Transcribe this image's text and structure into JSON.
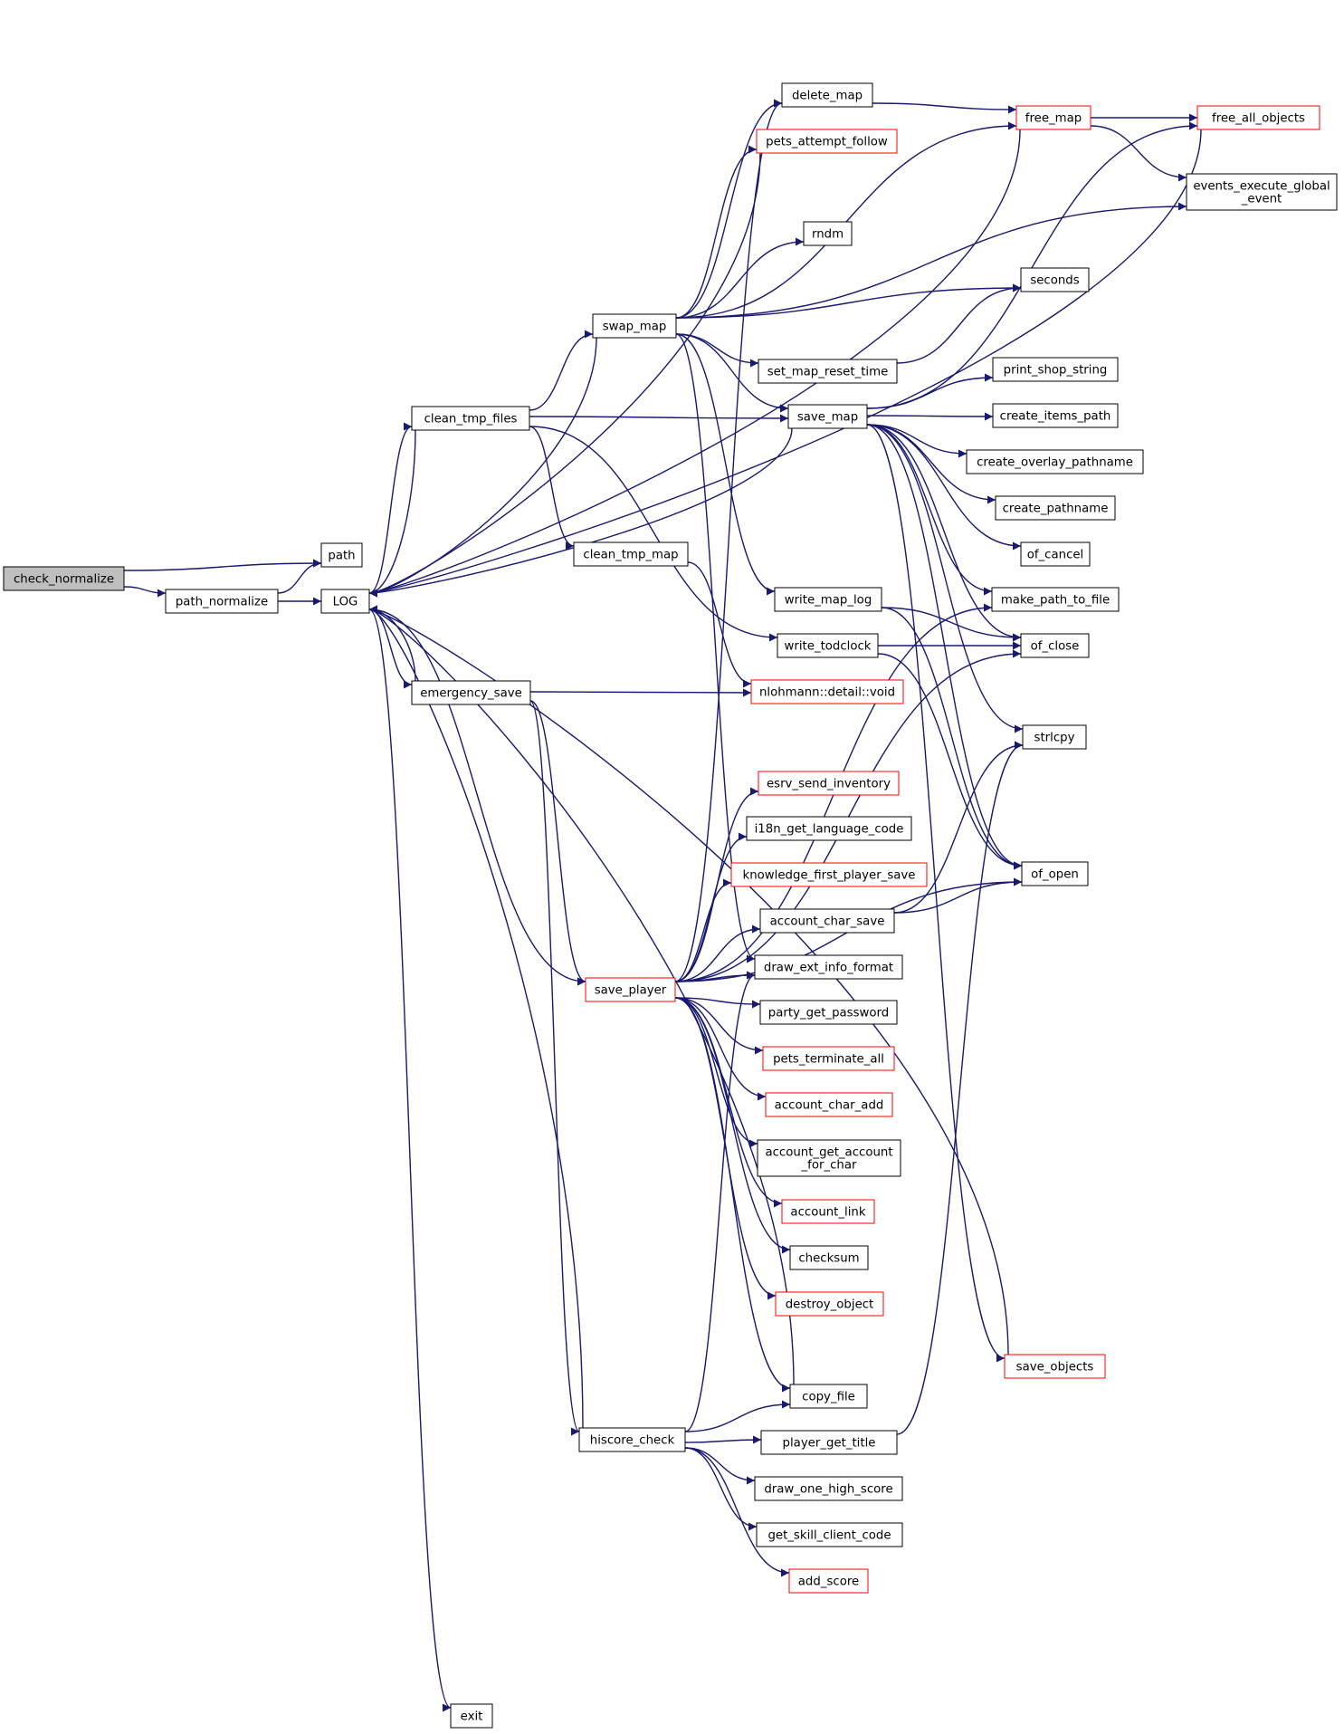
{
  "graph": {
    "nodes": [
      {
        "id": "check_normalize",
        "label": "check_normalize",
        "style": "root"
      },
      {
        "id": "path_normalize",
        "label": "path_normalize",
        "style": "normal"
      },
      {
        "id": "path",
        "label": "path",
        "style": "normal"
      },
      {
        "id": "LOG",
        "label": "LOG",
        "style": "normal"
      },
      {
        "id": "exit",
        "label": "exit",
        "style": "normal"
      },
      {
        "id": "clean_tmp_files",
        "label": "clean_tmp_files",
        "style": "normal"
      },
      {
        "id": "emergency_save",
        "label": "emergency_save",
        "style": "normal"
      },
      {
        "id": "swap_map",
        "label": "swap_map",
        "style": "normal"
      },
      {
        "id": "clean_tmp_map",
        "label": "clean_tmp_map",
        "style": "normal"
      },
      {
        "id": "save_player",
        "label": "save_player",
        "style": "red"
      },
      {
        "id": "hiscore_check",
        "label": "hiscore_check",
        "style": "normal"
      },
      {
        "id": "delete_map",
        "label": "delete_map",
        "style": "normal"
      },
      {
        "id": "pets_attempt_follow",
        "label": "pets_attempt_follow",
        "style": "red"
      },
      {
        "id": "rndm",
        "label": "rndm",
        "style": "normal"
      },
      {
        "id": "set_map_reset_time",
        "label": "set_map_reset_time",
        "style": "normal"
      },
      {
        "id": "save_map",
        "label": "save_map",
        "style": "normal"
      },
      {
        "id": "write_map_log",
        "label": "write_map_log",
        "style": "normal"
      },
      {
        "id": "write_todclock",
        "label": "write_todclock",
        "style": "normal"
      },
      {
        "id": "nlohmann_void",
        "label": "nlohmann::detail::void",
        "style": "red"
      },
      {
        "id": "esrv_send_inventory",
        "label": "esrv_send_inventory",
        "style": "red"
      },
      {
        "id": "i18n_get_language_code",
        "label": "i18n_get_language_code",
        "style": "normal"
      },
      {
        "id": "knowledge_first_player_save",
        "label": "knowledge_first_player_save",
        "style": "red"
      },
      {
        "id": "account_char_save",
        "label": "account_char_save",
        "style": "normal"
      },
      {
        "id": "draw_ext_info_format",
        "label": "draw_ext_info_format",
        "style": "normal"
      },
      {
        "id": "party_get_password",
        "label": "party_get_password",
        "style": "normal"
      },
      {
        "id": "pets_terminate_all",
        "label": "pets_terminate_all",
        "style": "red"
      },
      {
        "id": "account_char_add",
        "label": "account_char_add",
        "style": "red"
      },
      {
        "id": "account_get_account_for_char",
        "label": "account_get_account\n_for_char",
        "style": "normal"
      },
      {
        "id": "account_link",
        "label": "account_link",
        "style": "red"
      },
      {
        "id": "checksum",
        "label": "checksum",
        "style": "normal"
      },
      {
        "id": "destroy_object",
        "label": "destroy_object",
        "style": "red"
      },
      {
        "id": "copy_file",
        "label": "copy_file",
        "style": "normal"
      },
      {
        "id": "player_get_title",
        "label": "player_get_title",
        "style": "normal"
      },
      {
        "id": "draw_one_high_score",
        "label": "draw_one_high_score",
        "style": "normal"
      },
      {
        "id": "get_skill_client_code",
        "label": "get_skill_client_code",
        "style": "normal"
      },
      {
        "id": "add_score",
        "label": "add_score",
        "style": "red"
      },
      {
        "id": "free_map",
        "label": "free_map",
        "style": "red"
      },
      {
        "id": "free_all_objects",
        "label": "free_all_objects",
        "style": "red"
      },
      {
        "id": "events_execute_global_event",
        "label": "events_execute_global\n_event",
        "style": "normal"
      },
      {
        "id": "seconds",
        "label": "seconds",
        "style": "normal"
      },
      {
        "id": "print_shop_string",
        "label": "print_shop_string",
        "style": "normal"
      },
      {
        "id": "create_items_path",
        "label": "create_items_path",
        "style": "normal"
      },
      {
        "id": "create_overlay_pathname",
        "label": "create_overlay_pathname",
        "style": "normal"
      },
      {
        "id": "create_pathname",
        "label": "create_pathname",
        "style": "normal"
      },
      {
        "id": "of_cancel",
        "label": "of_cancel",
        "style": "normal"
      },
      {
        "id": "make_path_to_file",
        "label": "make_path_to_file",
        "style": "normal"
      },
      {
        "id": "of_close",
        "label": "of_close",
        "style": "normal"
      },
      {
        "id": "strlcpy",
        "label": "strlcpy",
        "style": "normal"
      },
      {
        "id": "of_open",
        "label": "of_open",
        "style": "normal"
      },
      {
        "id": "save_objects",
        "label": "save_objects",
        "style": "red"
      }
    ],
    "edges": [
      {
        "from": "check_normalize",
        "to": "path"
      },
      {
        "from": "check_normalize",
        "to": "path_normalize"
      },
      {
        "from": "path_normalize",
        "to": "path"
      },
      {
        "from": "path_normalize",
        "to": "LOG"
      },
      {
        "from": "LOG",
        "to": "clean_tmp_files"
      },
      {
        "from": "LOG",
        "to": "emergency_save"
      },
      {
        "from": "LOG",
        "to": "exit"
      },
      {
        "from": "LOG",
        "to": "save_player"
      },
      {
        "from": "clean_tmp_files",
        "to": "LOG"
      },
      {
        "from": "clean_tmp_files",
        "to": "swap_map"
      },
      {
        "from": "clean_tmp_files",
        "to": "save_map"
      },
      {
        "from": "clean_tmp_files",
        "to": "clean_tmp_map"
      },
      {
        "from": "clean_tmp_files",
        "to": "write_todclock"
      },
      {
        "from": "clean_tmp_map",
        "to": "nlohmann_void"
      },
      {
        "from": "emergency_save",
        "to": "LOG"
      },
      {
        "from": "emergency_save",
        "to": "nlohmann_void"
      },
      {
        "from": "emergency_save",
        "to": "save_player"
      },
      {
        "from": "emergency_save",
        "to": "hiscore_check"
      },
      {
        "from": "swap_map",
        "to": "LOG"
      },
      {
        "from": "swap_map",
        "to": "delete_map"
      },
      {
        "from": "swap_map",
        "to": "pets_attempt_follow"
      },
      {
        "from": "swap_map",
        "to": "free_map"
      },
      {
        "from": "swap_map",
        "to": "rndm"
      },
      {
        "from": "swap_map",
        "to": "events_execute_global_event"
      },
      {
        "from": "swap_map",
        "to": "seconds"
      },
      {
        "from": "swap_map",
        "to": "set_map_reset_time"
      },
      {
        "from": "swap_map",
        "to": "save_map"
      },
      {
        "from": "swap_map",
        "to": "write_map_log"
      },
      {
        "from": "swap_map",
        "to": "draw_ext_info_format"
      },
      {
        "from": "set_map_reset_time",
        "to": "seconds"
      },
      {
        "from": "delete_map",
        "to": "free_map"
      },
      {
        "from": "pets_attempt_follow",
        "to": "LOG"
      },
      {
        "from": "free_map",
        "to": "LOG"
      },
      {
        "from": "free_map",
        "to": "free_all_objects"
      },
      {
        "from": "free_map",
        "to": "events_execute_global_event"
      },
      {
        "from": "free_all_objects",
        "to": "LOG"
      },
      {
        "from": "save_map",
        "to": "LOG"
      },
      {
        "from": "save_map",
        "to": "free_all_objects"
      },
      {
        "from": "save_map",
        "to": "print_shop_string"
      },
      {
        "from": "save_map",
        "to": "create_items_path"
      },
      {
        "from": "save_map",
        "to": "create_overlay_pathname"
      },
      {
        "from": "save_map",
        "to": "create_pathname"
      },
      {
        "from": "save_map",
        "to": "of_cancel"
      },
      {
        "from": "save_map",
        "to": "make_path_to_file"
      },
      {
        "from": "save_map",
        "to": "of_close"
      },
      {
        "from": "save_map",
        "to": "strlcpy"
      },
      {
        "from": "save_map",
        "to": "of_open"
      },
      {
        "from": "save_map",
        "to": "save_objects"
      },
      {
        "from": "write_map_log",
        "to": "of_close"
      },
      {
        "from": "write_map_log",
        "to": "of_open"
      },
      {
        "from": "write_todclock",
        "to": "of_close"
      },
      {
        "from": "write_todclock",
        "to": "of_open"
      },
      {
        "from": "save_player",
        "to": "delete_map"
      },
      {
        "from": "save_player",
        "to": "make_path_to_file"
      },
      {
        "from": "save_player",
        "to": "of_close"
      },
      {
        "from": "save_player",
        "to": "esrv_send_inventory"
      },
      {
        "from": "save_player",
        "to": "i18n_get_language_code"
      },
      {
        "from": "save_player",
        "to": "knowledge_first_player_save"
      },
      {
        "from": "save_player",
        "to": "account_char_save"
      },
      {
        "from": "save_player",
        "to": "draw_ext_info_format"
      },
      {
        "from": "save_player",
        "to": "party_get_password"
      },
      {
        "from": "save_player",
        "to": "pets_terminate_all"
      },
      {
        "from": "save_player",
        "to": "account_char_add"
      },
      {
        "from": "save_player",
        "to": "account_get_account_for_char"
      },
      {
        "from": "save_player",
        "to": "account_link"
      },
      {
        "from": "save_player",
        "to": "checksum"
      },
      {
        "from": "save_player",
        "to": "destroy_object"
      },
      {
        "from": "save_player",
        "to": "copy_file"
      },
      {
        "from": "save_player",
        "to": "of_open"
      },
      {
        "from": "account_char_save",
        "to": "strlcpy"
      },
      {
        "from": "account_char_save",
        "to": "of_open"
      },
      {
        "from": "copy_file",
        "to": "LOG"
      },
      {
        "from": "hiscore_check",
        "to": "LOG"
      },
      {
        "from": "hiscore_check",
        "to": "draw_ext_info_format"
      },
      {
        "from": "hiscore_check",
        "to": "copy_file"
      },
      {
        "from": "hiscore_check",
        "to": "player_get_title"
      },
      {
        "from": "hiscore_check",
        "to": "draw_one_high_score"
      },
      {
        "from": "hiscore_check",
        "to": "get_skill_client_code"
      },
      {
        "from": "hiscore_check",
        "to": "add_score"
      },
      {
        "from": "player_get_title",
        "to": "strlcpy"
      },
      {
        "from": "save_objects",
        "to": "LOG"
      }
    ]
  },
  "colors": {
    "edge": "#191970",
    "node_border": "#000000",
    "node_border_red": "#ff0000",
    "root_fill": "#bfbfbf"
  }
}
